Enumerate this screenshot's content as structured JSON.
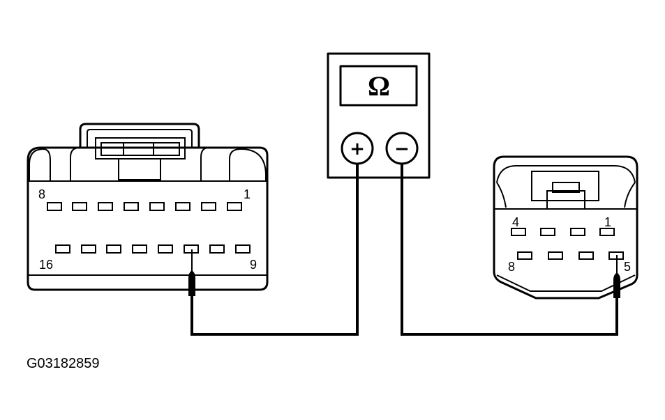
{
  "figure_id": "G03182859",
  "meter": {
    "symbol": "Ω",
    "positive_label": "+",
    "negative_label": "−"
  },
  "left_connector": {
    "pins_top_row": 8,
    "pins_bottom_row": 8,
    "label_top_left": "8",
    "label_top_right": "1",
    "label_bottom_left": "16",
    "label_bottom_right": "9"
  },
  "right_connector": {
    "pins_top_row": 4,
    "pins_bottom_row": 4,
    "label_top_left": "4",
    "label_top_right": "1",
    "label_bottom_left": "8",
    "label_bottom_right": "5"
  }
}
